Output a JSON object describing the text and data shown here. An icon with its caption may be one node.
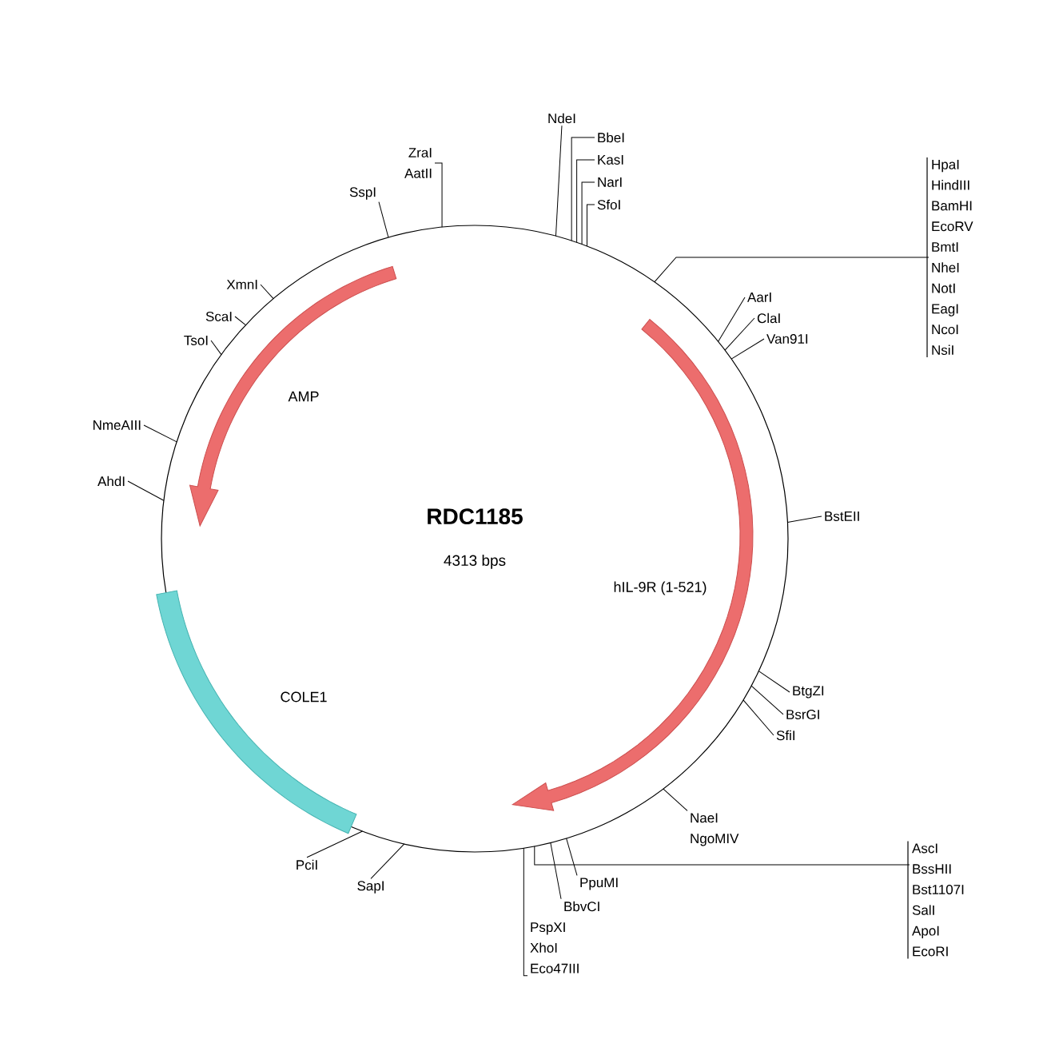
{
  "diagram": {
    "nodes": [
      {
        "text": [
          "RDC1185",
          "4313 bps"
        ]
      },
      {
        "text": [
          "AMP"
        ],
        "in": 0
      },
      {
        "text": [
          "hIL-9R (1-521)"
        ],
        "in": 0
      },
      {
        "text": [
          "COLE1"
        ],
        "in": 0
      },
      {
        "text": [
          "NdeI"
        ]
      },
      {
        "text": [
          "BbeI"
        ]
      },
      {
        "text": [
          "KasI"
        ]
      },
      {
        "text": [
          "NarI"
        ]
      },
      {
        "text": [
          "SfoI"
        ]
      },
      {
        "text": [
          "ZraI",
          "AatII"
        ]
      },
      {
        "text": [
          "SspI"
        ]
      },
      {
        "text": [
          "HpaI",
          "HindIII",
          "BamHI",
          "EcoRV",
          "BmtI",
          "NheI",
          "NotI",
          "EagI",
          "NcoI",
          "NsiI"
        ]
      },
      {
        "text": [
          "XmnI"
        ]
      },
      {
        "text": [
          "AarI"
        ]
      },
      {
        "text": [
          "ClaI"
        ]
      },
      {
        "text": [
          "Van91I"
        ]
      },
      {
        "text": [
          "ScaI"
        ]
      },
      {
        "text": [
          "TsoI"
        ]
      },
      {
        "text": [
          "NmeAIII"
        ]
      },
      {
        "text": [
          "AhdI"
        ]
      },
      {
        "text": [
          "BstEII"
        ]
      },
      {
        "text": [
          "BtgZI"
        ]
      },
      {
        "text": [
          "BsrGI"
        ]
      },
      {
        "text": [
          "SfiI"
        ]
      },
      {
        "text": [
          "NaeI",
          "NgoMIV"
        ]
      },
      {
        "text": [
          "AscI",
          "BssHII",
          "Bst1107I",
          "SalI",
          "ApoI",
          "EcoRI"
        ]
      },
      {
        "text": [
          "PpuMI"
        ]
      },
      {
        "text": [
          "BbvCI"
        ]
      },
      {
        "text": [
          "PciI"
        ]
      },
      {
        "text": [
          "SapI"
        ]
      },
      {
        "text": [
          "PspXI",
          "XhoI",
          "Eco47III"
        ]
      }
    ],
    "edges": [
      {
        "from": 4,
        "to": 0,
        "arrow": "none"
      },
      {
        "from": 5,
        "to": 0,
        "arrow": "none"
      },
      {
        "from": 6,
        "to": 0,
        "arrow": "none"
      },
      {
        "from": 7,
        "to": 0,
        "arrow": "none"
      },
      {
        "from": 8,
        "to": 0,
        "arrow": "none"
      },
      {
        "from": 9,
        "to": 0,
        "arrow": "none"
      },
      {
        "from": 10,
        "to": 0,
        "arrow": "none"
      },
      {
        "from": 11,
        "to": 0,
        "arrow": "none"
      },
      {
        "from": 12,
        "to": 0,
        "arrow": "none"
      },
      {
        "from": 13,
        "to": 0,
        "arrow": "none"
      },
      {
        "from": 14,
        "to": 0,
        "arrow": "none"
      },
      {
        "from": 15,
        "to": 0,
        "arrow": "none"
      },
      {
        "from": 16,
        "to": 0,
        "arrow": "none"
      },
      {
        "from": 17,
        "to": 0,
        "arrow": "none"
      },
      {
        "from": 18,
        "to": 0,
        "arrow": "none"
      },
      {
        "from": 19,
        "to": 0,
        "arrow": "none"
      },
      {
        "from": 20,
        "to": 0,
        "arrow": "none"
      },
      {
        "from": 21,
        "to": 0,
        "arrow": "none"
      },
      {
        "from": 22,
        "to": 0,
        "arrow": "none"
      },
      {
        "from": 23,
        "to": 0,
        "arrow": "none"
      },
      {
        "from": 24,
        "to": 0,
        "arrow": "none"
      },
      {
        "from": 25,
        "to": 0,
        "arrow": "none"
      },
      {
        "from": 26,
        "to": 0,
        "arrow": "none"
      },
      {
        "from": 27,
        "to": 0,
        "arrow": "none"
      },
      {
        "from": 28,
        "to": 0,
        "arrow": "none"
      },
      {
        "from": 29,
        "to": 0,
        "arrow": "none"
      },
      {
        "from": 30,
        "to": 0,
        "arrow": "none"
      }
    ]
  }
}
